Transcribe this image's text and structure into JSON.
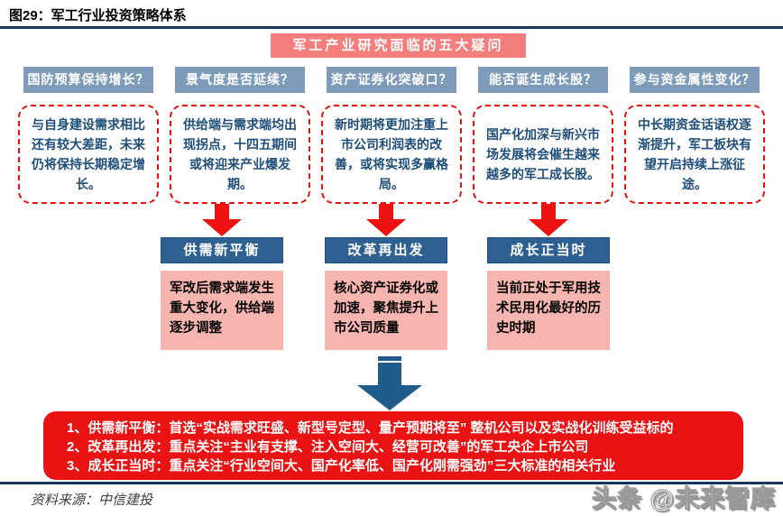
{
  "figure": {
    "title": "图29：军工行业投资策略体系",
    "banner": "军工产业研究面临的五大疑问",
    "columns": [
      {
        "question": "国防预算保持增长？",
        "answer": "与自身建设需求相比还有较大差距，未来仍将保持长期稳定增长。"
      },
      {
        "question": "景气度是否延续？",
        "answer": "供给端与需求端均出现拐点，十四五期间或将迎来产业爆发期。"
      },
      {
        "question": "资产证券化突破口？",
        "answer": "新时期将更加注重上市公司利润表的改善，或将实现多赢格局。"
      },
      {
        "question": "能否诞生成长股？",
        "answer": "国产化加深与新兴市场发展将会催生越来越多的军工成长股。"
      },
      {
        "question": "参与资金属性变化？",
        "answer": "中长期资金话语权逐渐提升，军工板块有望开启持续上涨征途。"
      }
    ],
    "strategies": [
      {
        "header": "供需新平衡",
        "detail": "军改后需求端发生重大变化，供给端逐步调整"
      },
      {
        "header": "改革再出发",
        "detail": "核心资产证券化或加速，聚焦提升上市公司质量"
      },
      {
        "header": "成长正当时",
        "detail": "当前正处于军用技术民用化最好的历史时期"
      }
    ],
    "conclusions": [
      "1、供需新平衡：首选“实战需求旺盛、新型号定型、量产预期将至” 整机公司以及实战化训练受益标的",
      "2、改革再出发：重点关注“主业有支撑、注入空间大、经营可改善”的军工央企上市公司",
      "3、成长正当时：重点关注“行业空间大、国产化率低、国产化刚需强劲”三大标准的相关行业"
    ],
    "source": "资料来源：中信建投",
    "watermark": "头条 @未来智库"
  },
  "colors": {
    "rule_navy": "#17375e",
    "banner_salmon": "#f47e7c",
    "question_box_blue": "#7e9cba",
    "dashed_border_red": "#e80f0f",
    "dashed_text_navy": "#1f4e79",
    "strategy_header_blue": "#2e6191",
    "strategy_body_pink": "#f7b5af",
    "arrow_red": "#ee1111",
    "arrow_big_blue": "#1f5c8c",
    "conclusion_red": "#ea1313"
  }
}
